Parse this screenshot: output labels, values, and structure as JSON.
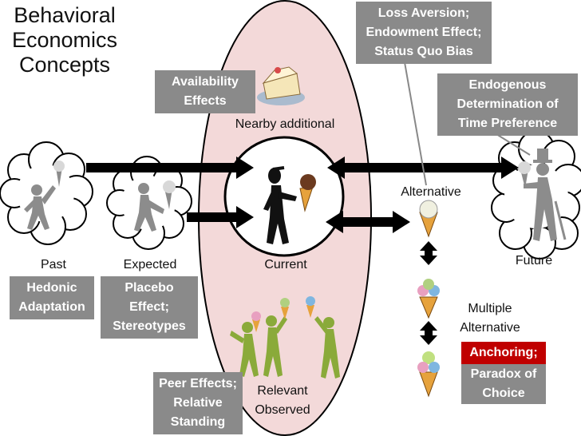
{
  "title": [
    "Behavioral",
    "Economics",
    "Concepts"
  ],
  "labels": {
    "nearby": "Nearby additional",
    "alternative": "Alternative",
    "past": "Past",
    "expected": "Expected",
    "current": "Current",
    "future": "Future",
    "multiple": "Multiple",
    "multiple_alt": "Alternative",
    "relevant": "Relevant",
    "observed": "Observed"
  },
  "boxes": {
    "availability": [
      "Availability",
      "Effects"
    ],
    "loss_aversion": [
      "Loss Aversion;",
      "Endowment Effect;",
      "Status Quo Bias"
    ],
    "endogenous": [
      "Endogenous",
      "Determination  of",
      "Time Preference"
    ],
    "hedonic": [
      "Hedonic",
      "Adaptation"
    ],
    "placebo": [
      "Placebo",
      "Effect;",
      "Stereotypes"
    ],
    "peer": [
      "Peer Effects;",
      "Relative",
      "Standing"
    ],
    "anchoring": "Anchoring;",
    "paradox": [
      "Paradox of",
      "Choice"
    ]
  },
  "colors": {
    "oval_fill": "#f3d9d9",
    "box_gray": "#8a8a8a",
    "box_red": "#c00000",
    "figure_green": "#8aaa3a"
  }
}
